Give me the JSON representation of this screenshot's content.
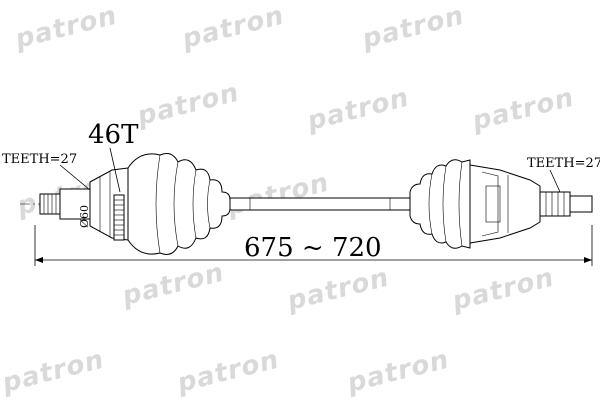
{
  "watermark": "patron",
  "labels": {
    "teeth_left": "TEETH=27",
    "teeth_right": "TEETH=27",
    "abs_ring": "46T",
    "diameter": "Ø60",
    "length": "675 ~ 720"
  },
  "colors": {
    "line": "#000000",
    "watermark": "#d9d9d9",
    "background": "#ffffff"
  }
}
